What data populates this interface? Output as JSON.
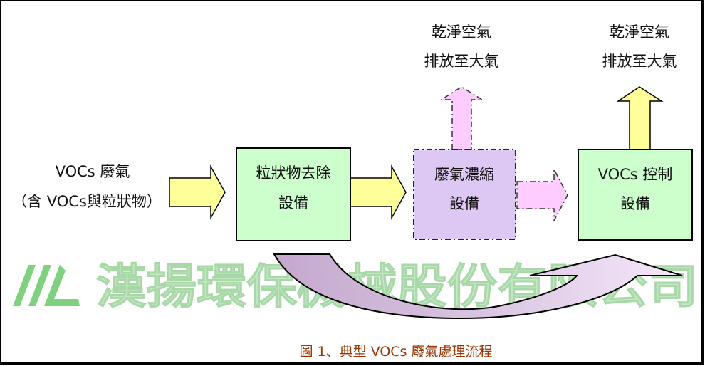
{
  "watermark": {
    "company": "漢揚環保機械股份有限公司",
    "color": "#b9e3b9"
  },
  "input": {
    "line1": "VOCs 廢氣",
    "line2": "（含 VOCs與粒狀物）"
  },
  "boxes": [
    {
      "line1": "粒狀物去除",
      "line2": "設備",
      "fill": "#ccffcc"
    },
    {
      "line1": "廢氣濃縮",
      "line2": "設備",
      "fill": "#dcc8f2"
    },
    {
      "line1": "VOCs 控制",
      "line2": "設備",
      "fill": "#ccffcc"
    }
  ],
  "outputs": [
    {
      "line1": "乾淨空氣",
      "line2": "排放至大氣"
    },
    {
      "line1": "乾淨空氣",
      "line2": "排放至大氣"
    }
  ],
  "caption": "圖 1、典型 VOCs 廢氣處理流程",
  "colors": {
    "yellow_arrow": "#ffff99",
    "pink_arrow": "#ffccff",
    "caption": "#993300"
  }
}
